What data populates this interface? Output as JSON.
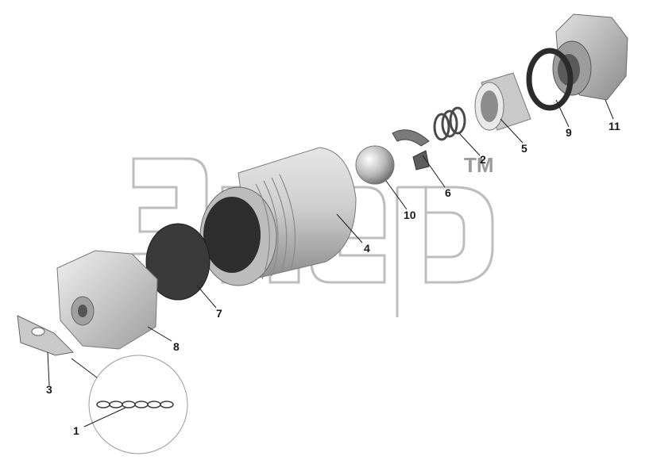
{
  "watermark": {
    "trademark": "TM"
  },
  "colors": {
    "metal_light": "#d9d9d9",
    "metal_mid": "#a8a8a8",
    "metal_dark": "#5a5a5a",
    "rubber": "#3a3a3a"
  },
  "callouts": [
    {
      "number": "1",
      "part": "chain"
    },
    {
      "number": "2",
      "part": "spring"
    },
    {
      "number": "3",
      "part": "tab-plate"
    },
    {
      "number": "4",
      "part": "threaded-body"
    },
    {
      "number": "5",
      "part": "sleeve"
    },
    {
      "number": "6",
      "part": "retainer"
    },
    {
      "number": "7",
      "part": "gasket"
    },
    {
      "number": "8",
      "part": "cap-nut"
    },
    {
      "number": "9",
      "part": "o-ring"
    },
    {
      "number": "10",
      "part": "ball"
    },
    {
      "number": "11",
      "part": "fitting"
    }
  ]
}
